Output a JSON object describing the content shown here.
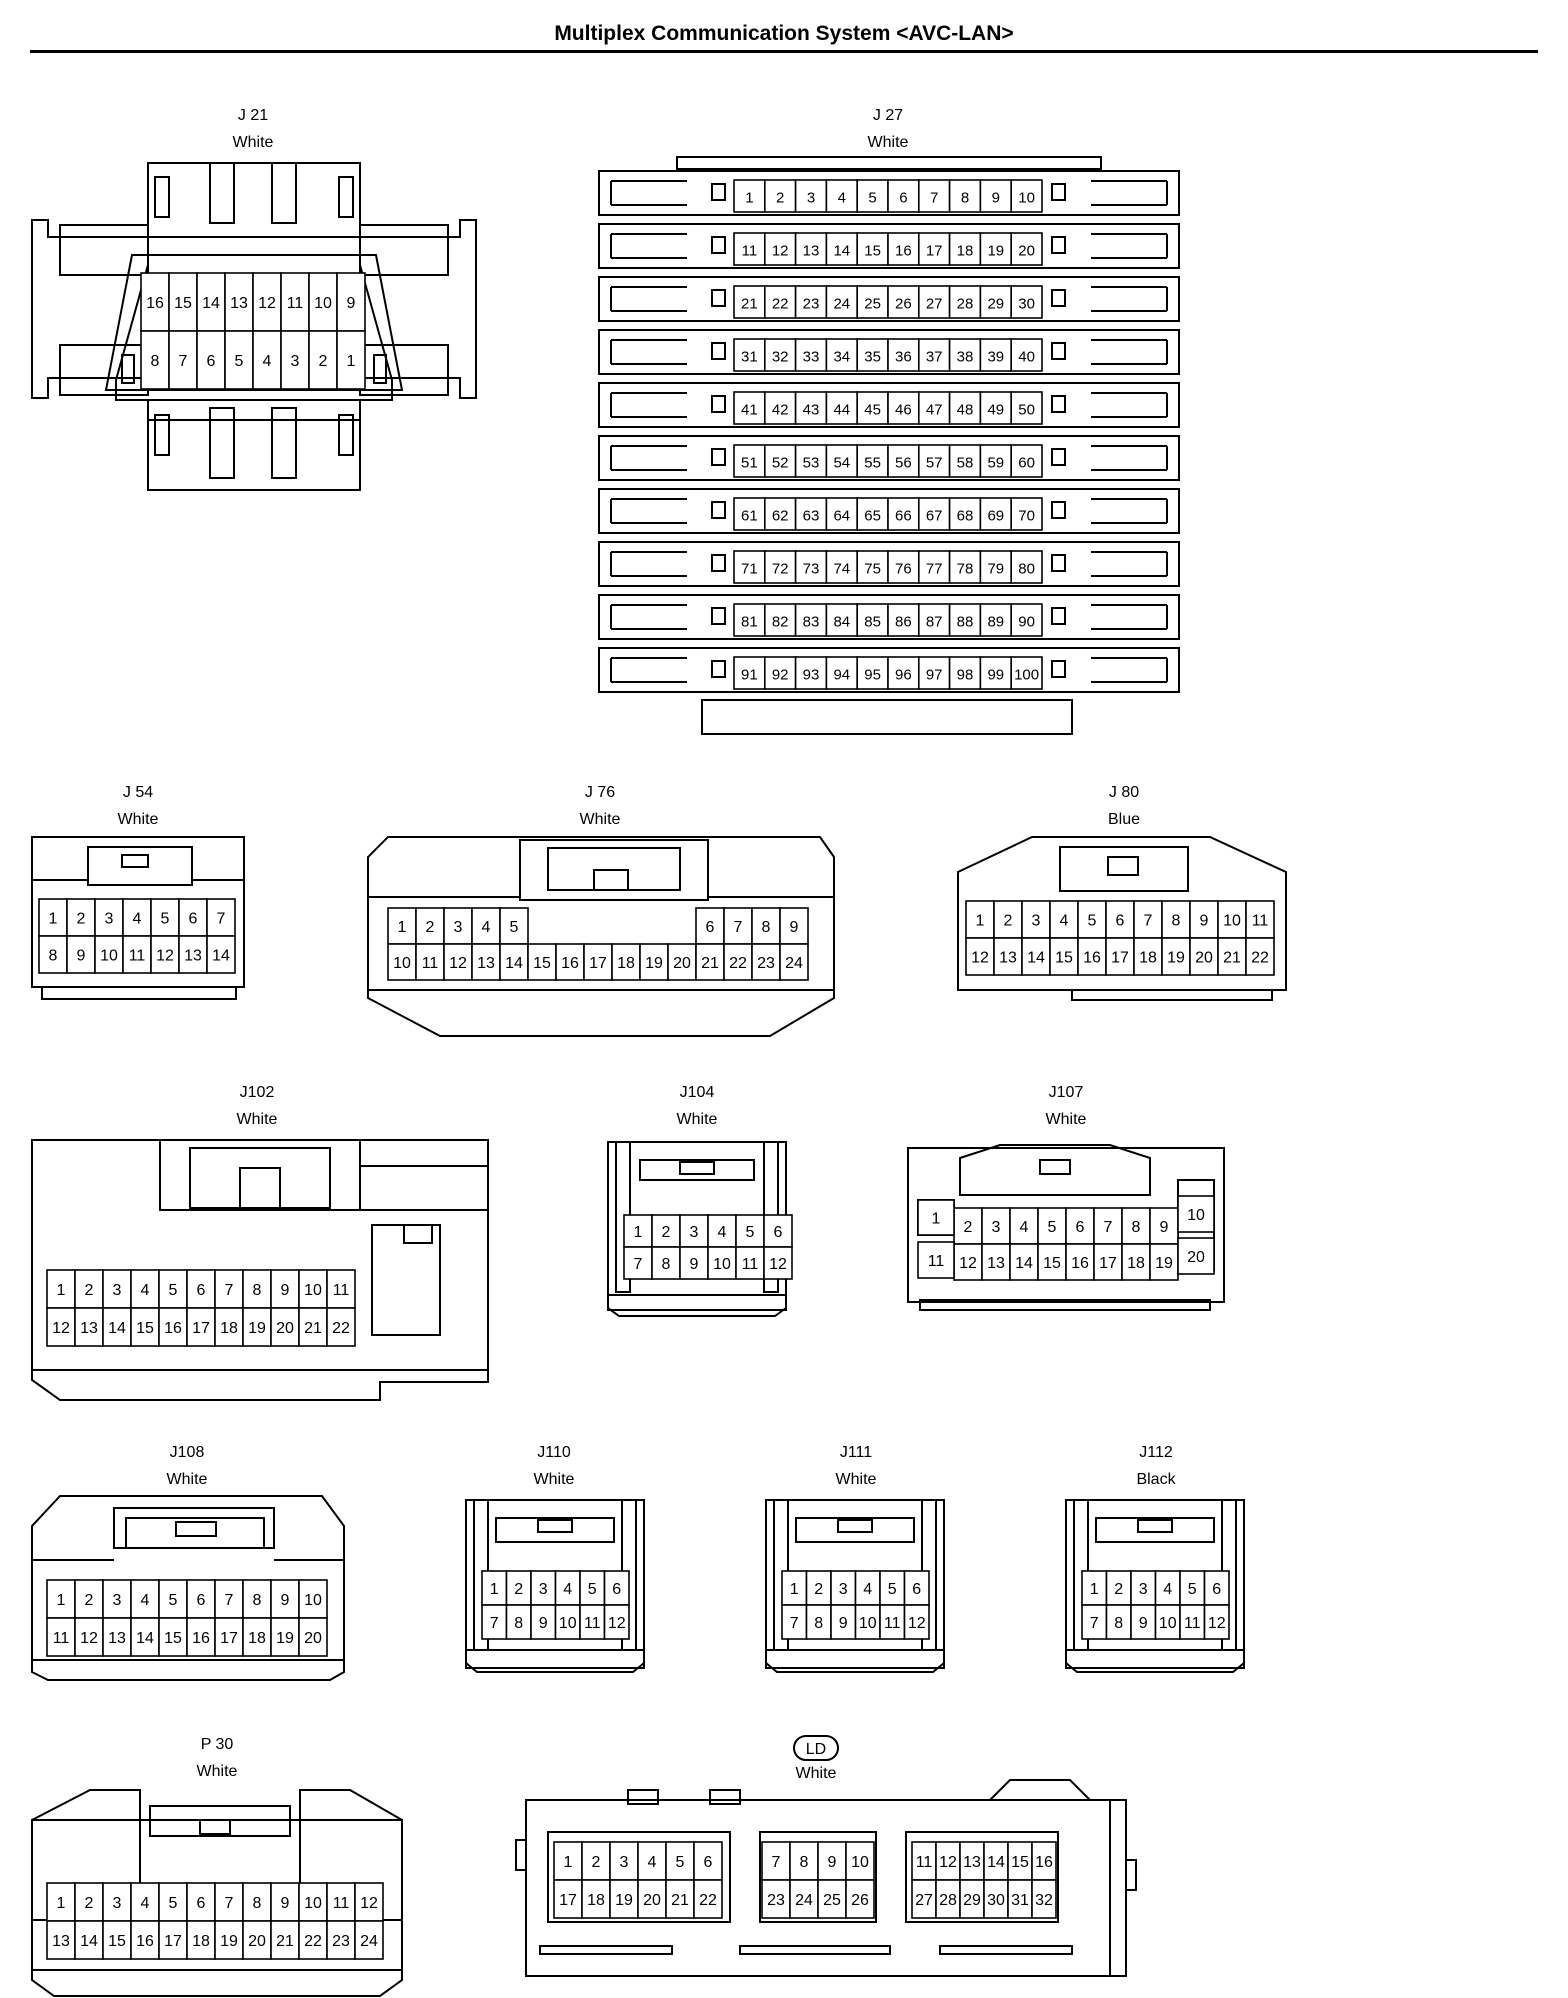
{
  "title": "Multiplex Communication System <AVC-LAN>",
  "connectors": [
    {
      "id": "J 21",
      "color": "White",
      "rows": [
        [
          "16",
          "15",
          "14",
          "13",
          "12",
          "11",
          "10",
          "9"
        ],
        [
          "8",
          "7",
          "6",
          "5",
          "4",
          "3",
          "2",
          "1"
        ]
      ]
    },
    {
      "id": "J 27",
      "color": "White",
      "rows": [
        [
          "1",
          "2",
          "3",
          "4",
          "5",
          "6",
          "7",
          "8",
          "9",
          "10"
        ],
        [
          "11",
          "12",
          "13",
          "14",
          "15",
          "16",
          "17",
          "18",
          "19",
          "20"
        ],
        [
          "21",
          "22",
          "23",
          "24",
          "25",
          "26",
          "27",
          "28",
          "29",
          "30"
        ],
        [
          "31",
          "32",
          "33",
          "34",
          "35",
          "36",
          "37",
          "38",
          "39",
          "40"
        ],
        [
          "41",
          "42",
          "43",
          "44",
          "45",
          "46",
          "47",
          "48",
          "49",
          "50"
        ],
        [
          "51",
          "52",
          "53",
          "54",
          "55",
          "56",
          "57",
          "58",
          "59",
          "60"
        ],
        [
          "61",
          "62",
          "63",
          "64",
          "65",
          "66",
          "67",
          "68",
          "69",
          "70"
        ],
        [
          "71",
          "72",
          "73",
          "74",
          "75",
          "76",
          "77",
          "78",
          "79",
          "80"
        ],
        [
          "81",
          "82",
          "83",
          "84",
          "85",
          "86",
          "87",
          "88",
          "89",
          "90"
        ],
        [
          "91",
          "92",
          "93",
          "94",
          "95",
          "96",
          "97",
          "98",
          "99",
          "100"
        ]
      ]
    },
    {
      "id": "J 54",
      "color": "White",
      "rows": [
        [
          "1",
          "2",
          "3",
          "4",
          "5",
          "6",
          "7"
        ],
        [
          "8",
          "9",
          "10",
          "11",
          "12",
          "13",
          "14"
        ]
      ]
    },
    {
      "id": "J 76",
      "color": "White",
      "rows": [
        [
          "1",
          "2",
          "3",
          "4",
          "5",
          "",
          "",
          "",
          "",
          "",
          "",
          "6",
          "7",
          "8",
          "9"
        ],
        [
          "10",
          "11",
          "12",
          "13",
          "14",
          "15",
          "16",
          "17",
          "18",
          "19",
          "20",
          "21",
          "22",
          "23",
          "24"
        ]
      ]
    },
    {
      "id": "J 80",
      "color": "Blue",
      "rows": [
        [
          "1",
          "2",
          "3",
          "4",
          "5",
          "6",
          "7",
          "8",
          "9",
          "10",
          "11"
        ],
        [
          "12",
          "13",
          "14",
          "15",
          "16",
          "17",
          "18",
          "19",
          "20",
          "21",
          "22"
        ]
      ]
    },
    {
      "id": "J102",
      "color": "White",
      "rows": [
        [
          "1",
          "2",
          "3",
          "4",
          "5",
          "6",
          "7",
          "8",
          "9",
          "10",
          "11"
        ],
        [
          "12",
          "13",
          "14",
          "15",
          "16",
          "17",
          "18",
          "19",
          "20",
          "21",
          "22"
        ]
      ]
    },
    {
      "id": "J104",
      "color": "White",
      "rows": [
        [
          "1",
          "2",
          "3",
          "4",
          "5",
          "6"
        ],
        [
          "7",
          "8",
          "9",
          "10",
          "11",
          "12"
        ]
      ]
    },
    {
      "id": "J107",
      "color": "White",
      "rows": [
        [
          "1",
          "2",
          "3",
          "4",
          "5",
          "6",
          "7",
          "8",
          "9",
          "10"
        ],
        [
          "11",
          "12",
          "13",
          "14",
          "15",
          "16",
          "17",
          "18",
          "19",
          "20"
        ]
      ]
    },
    {
      "id": "J108",
      "color": "White",
      "rows": [
        [
          "1",
          "2",
          "3",
          "4",
          "5",
          "6",
          "7",
          "8",
          "9",
          "10"
        ],
        [
          "11",
          "12",
          "13",
          "14",
          "15",
          "16",
          "17",
          "18",
          "19",
          "20"
        ]
      ]
    },
    {
      "id": "J110",
      "color": "White",
      "rows": [
        [
          "1",
          "2",
          "3",
          "4",
          "5",
          "6"
        ],
        [
          "7",
          "8",
          "9",
          "10",
          "11",
          "12"
        ]
      ]
    },
    {
      "id": "J111",
      "color": "White",
      "rows": [
        [
          "1",
          "2",
          "3",
          "4",
          "5",
          "6"
        ],
        [
          "7",
          "8",
          "9",
          "10",
          "11",
          "12"
        ]
      ]
    },
    {
      "id": "J112",
      "color": "Black",
      "rows": [
        [
          "1",
          "2",
          "3",
          "4",
          "5",
          "6"
        ],
        [
          "7",
          "8",
          "9",
          "10",
          "11",
          "12"
        ]
      ]
    },
    {
      "id": "P 30",
      "color": "White",
      "rows": [
        [
          "1",
          "2",
          "3",
          "4",
          "5",
          "6",
          "7",
          "8",
          "9",
          "10",
          "11",
          "12"
        ],
        [
          "13",
          "14",
          "15",
          "16",
          "17",
          "18",
          "19",
          "20",
          "21",
          "22",
          "23",
          "24"
        ]
      ]
    },
    {
      "id": "LD",
      "color": "White",
      "rows": [
        [
          "1",
          "2",
          "3",
          "4",
          "5",
          "6",
          "",
          "7",
          "8",
          "9",
          "10",
          "",
          "11",
          "12",
          "13",
          "14",
          "15",
          "16"
        ],
        [
          "17",
          "18",
          "19",
          "20",
          "21",
          "22",
          "",
          "23",
          "24",
          "25",
          "26",
          "",
          "27",
          "28",
          "29",
          "30",
          "31",
          "32"
        ]
      ]
    }
  ]
}
